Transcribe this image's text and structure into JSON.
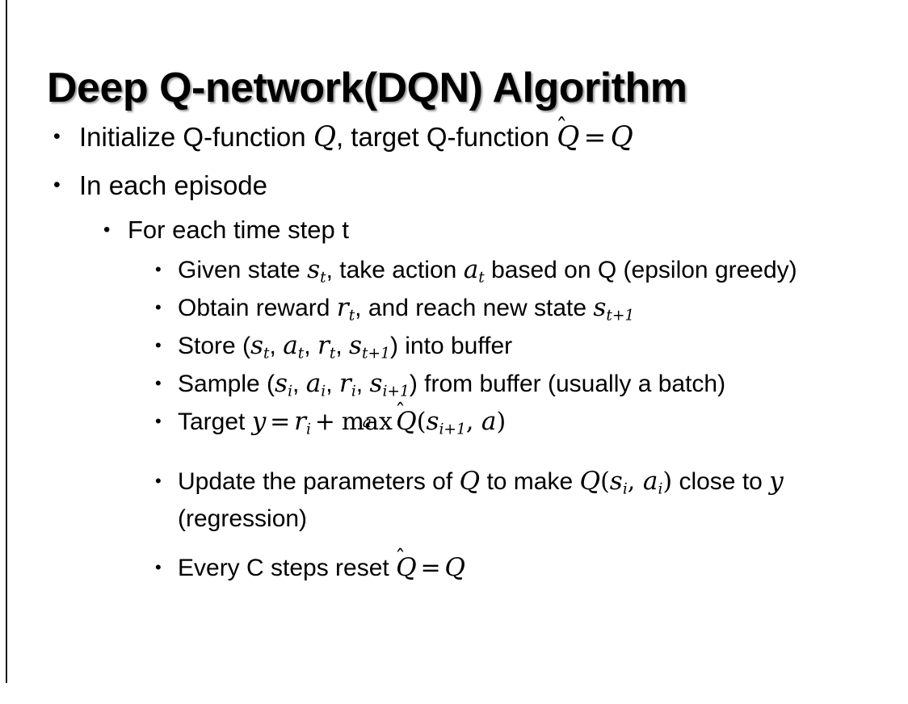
{
  "slide": {
    "title": "Deep Q-network(DQN) Algorithm",
    "background_color": "#ffffff",
    "text_color": "#000000",
    "accent_rule_color": "#1a1a1a",
    "bullet_glyph": "•"
  },
  "content": {
    "bullets": [
      {
        "level": 1,
        "id": "initialize-q-function",
        "plain_text": "Initialize Q-function Q, target Q-function Q̂ = Q",
        "parts": {
          "lead": "Initialize Q-function ",
          "math_q1": "Q",
          "mid": ", target Q-function ",
          "math_qhat": "Q",
          "hat": "̂",
          "equals": "=",
          "math_q2": "Q"
        }
      },
      {
        "level": 1,
        "id": "in-each-episode",
        "plain_text": "In each episode",
        "parts": {
          "lead": "In each episode"
        }
      },
      {
        "level": 2,
        "id": "for-each-time-step",
        "plain_text": "For each time step t",
        "parts": {
          "lead": "For each time step t"
        }
      },
      {
        "level": 3,
        "id": "given-state-take-action",
        "plain_text": "Given state s_t, take action a_t based on Q (epsilon greedy)",
        "parts": {
          "lead": "Given state ",
          "s": "s",
          "s_sub": "t",
          "mid": ", take action ",
          "a": "a",
          "a_sub": "t",
          "tail": " based on Q (epsilon greedy)"
        }
      },
      {
        "level": 3,
        "id": "obtain-reward",
        "plain_text": "Obtain reward r_t, and reach new state s_{t+1}",
        "parts": {
          "lead": "Obtain reward ",
          "r": "r",
          "r_sub": "t",
          "mid": ", and reach new state ",
          "s": "s",
          "s_sub": "t+1"
        }
      },
      {
        "level": 3,
        "id": "store-into-buffer",
        "plain_text": "Store (s_t, a_t, r_t, s_{t+1}) into buffer",
        "parts": {
          "lead": "Store (",
          "s1": "s",
          "s1_sub": "t",
          "c1": ", ",
          "a1": "a",
          "a1_sub": "t",
          "c2": ", ",
          "r1": "r",
          "r1_sub": "t",
          "c3": ", ",
          "s2": "s",
          "s2_sub": "t+1",
          "tail": ") into buffer"
        }
      },
      {
        "level": 3,
        "id": "sample-from-buffer",
        "plain_text": "Sample (s_i, a_i, r_i, s_{i+1}) from buffer (usually a batch)",
        "parts": {
          "lead": "Sample (",
          "s1": "s",
          "s1_sub": "i",
          "c1": ", ",
          "a1": "a",
          "a1_sub": "i",
          "c2": ", ",
          "r1": "r",
          "r1_sub": "i",
          "c3": ", ",
          "s2": "s",
          "s2_sub": "i+1",
          "tail": ") from buffer (usually a batch)"
        }
      },
      {
        "level": 3,
        "id": "target-equation",
        "plain_text": "Target y = r_i + max_a Q̂(s_{i+1}, a)",
        "parts": {
          "lead": "Target ",
          "y": "y",
          "equals": "=",
          "r": "r",
          "r_sub": "i",
          "plus": "+",
          "max": "max",
          "max_under": "a",
          "qhat": "Q",
          "hat": "̂",
          "open": "(",
          "s": "s",
          "s_sub": "i+1",
          "comma": ", ",
          "a": "a",
          "close": ")"
        }
      },
      {
        "level": 3,
        "id": "update-parameters",
        "plain_text": "Update the parameters of Q to make Q(s_i, a_i) close to y (regression)",
        "parts": {
          "lead": "Update the parameters of ",
          "q1": "Q",
          "mid": " to make ",
          "q2": "Q",
          "open": "(",
          "s": "s",
          "s_sub": "i",
          "comma": ", ",
          "a": "a",
          "a_sub": "i",
          "close": ")",
          "tail": " close to ",
          "y": "y",
          "tail2": " (regression)"
        }
      },
      {
        "level": 3,
        "id": "every-c-steps-reset",
        "plain_text": "Every C steps reset Q̂ = Q",
        "parts": {
          "lead": "Every C steps reset ",
          "qhat": "Q",
          "hat": "̂",
          "equals": "=",
          "q": "Q"
        }
      }
    ]
  }
}
